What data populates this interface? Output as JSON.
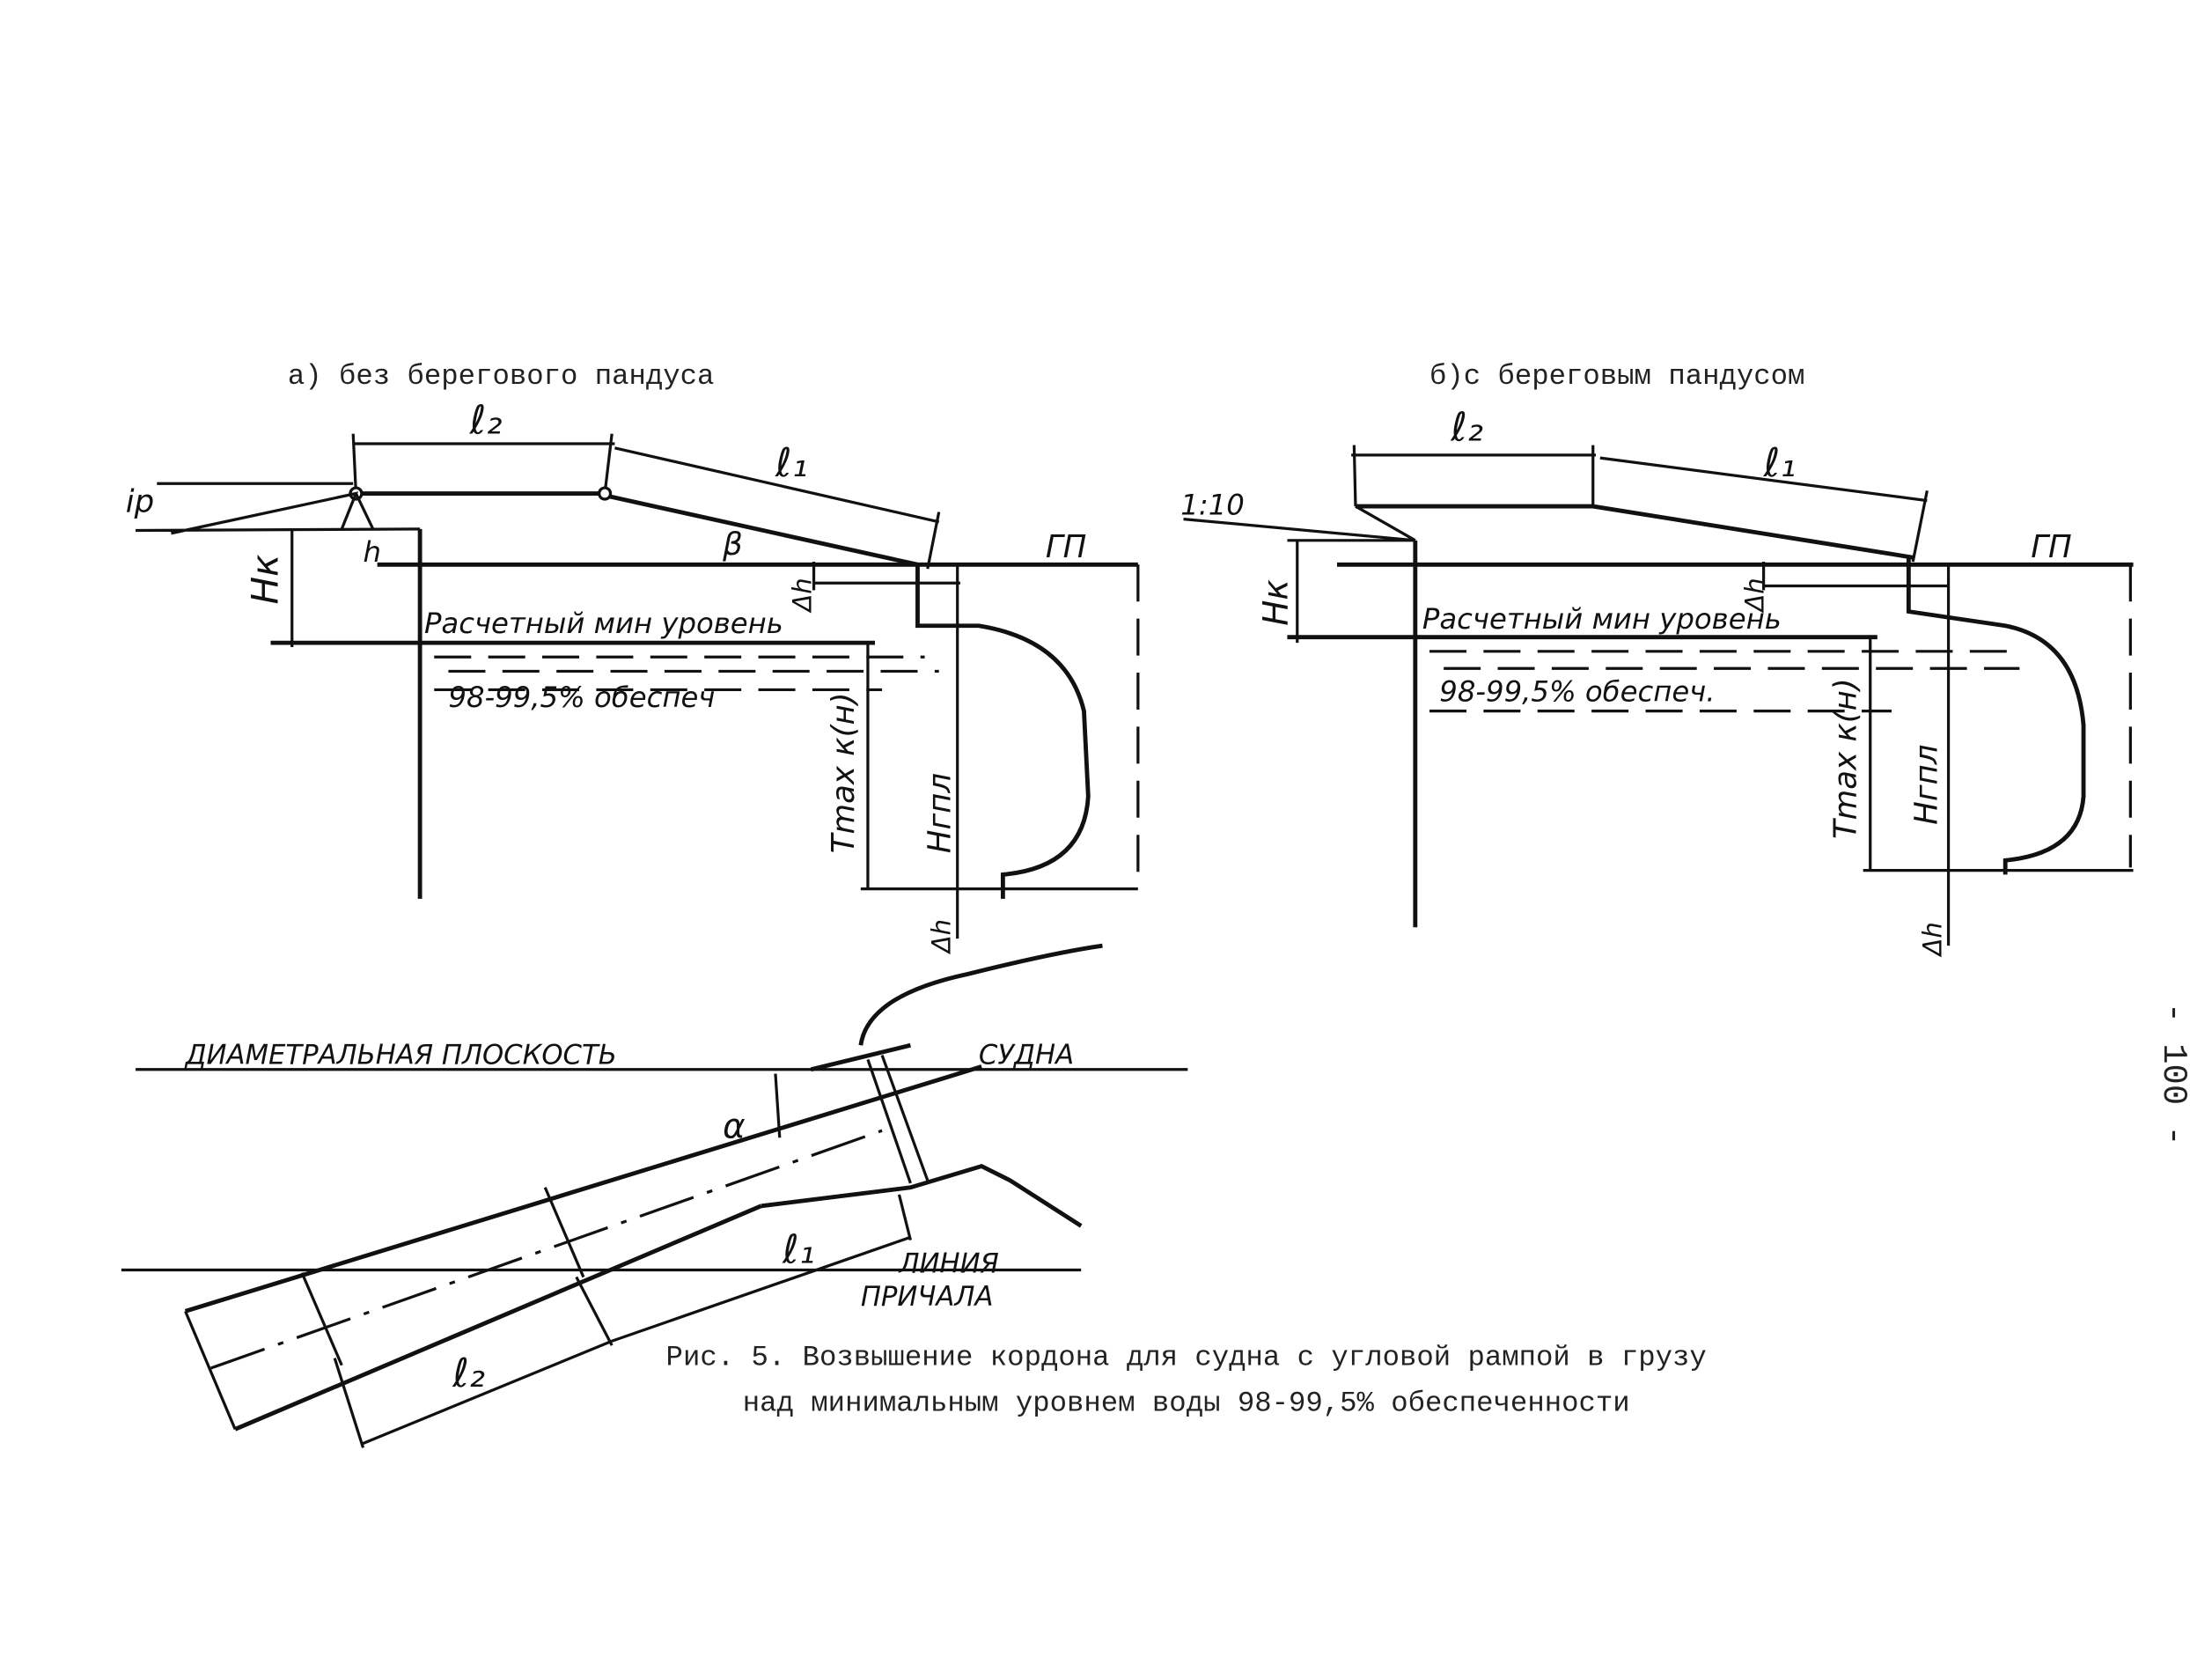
{
  "panel_a": {
    "title": "а) без берегового пандуса",
    "labels": {
      "l2": "ℓ₂",
      "l1": "ℓ₁",
      "beta": "β",
      "ip": "iр",
      "h": "h",
      "hk": "Hк",
      "gp": "ГП",
      "dh": "Δh",
      "level": "Расчетный мин уровень",
      "security": "98-99,5% обеспеч",
      "tmax": "Tmax к(н)",
      "hgpl": "Hгпл",
      "dh_bottom": "Δh"
    }
  },
  "panel_b": {
    "title": "б)с береговым пандусом",
    "labels": {
      "slope": "1:10",
      "l2": "ℓ₂",
      "l1": "ℓ₁",
      "hk": "Hк",
      "gp": "ГП",
      "dh": "Δh",
      "level": "Расчетный мин уровень",
      "security": "98-99,5% обеспеч.",
      "tmax": "Tmax к(н)",
      "hgpl": "Hгпл",
      "dh_bottom": "Δh"
    }
  },
  "plan": {
    "diametral": "ДИАМЕТРАЛЬНАЯ ПЛОСКОСТЬ",
    "ship": "СУДНА",
    "alpha": "α",
    "l1": "ℓ₁",
    "l2": "ℓ₂",
    "berth_line_1": "ЛИНИЯ",
    "berth_line_2": "ПРИЧАЛА"
  },
  "caption": {
    "line1": "Рис. 5.  Возвышение кордона для судна с угловой рампой в грузу",
    "line2": "над минимальным уровнем воды 98-99,5% обеспеченности"
  },
  "page_number": "- 100 -"
}
